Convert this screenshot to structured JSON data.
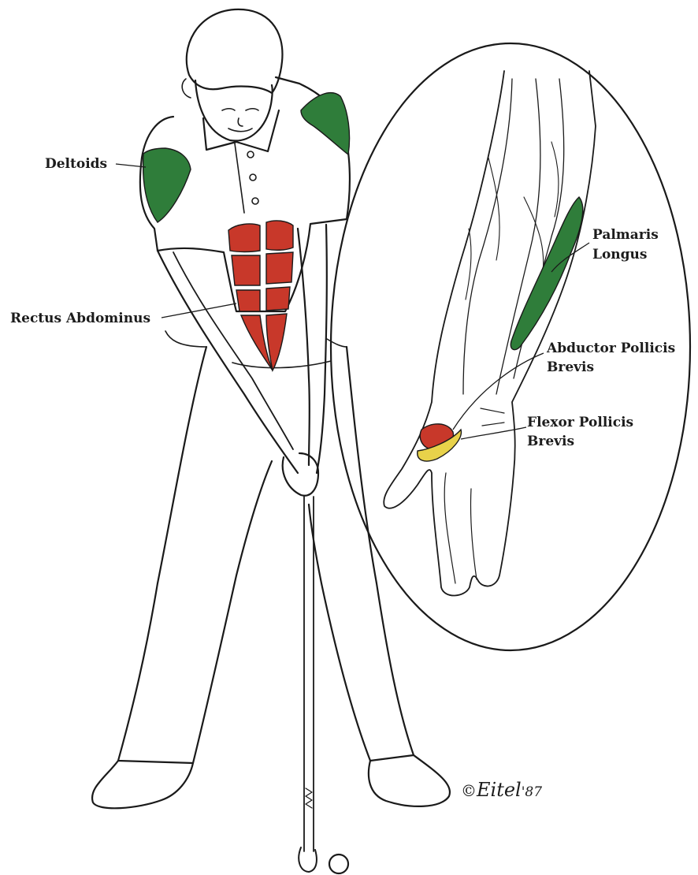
{
  "labels": {
    "deltoids": "Deltoids",
    "rectus_abdominus": "Rectus Abdominus",
    "palmaris_longus_1": "Palmaris",
    "palmaris_longus_2": "Longus",
    "abductor_1": "Abductor Pollicis",
    "abductor_2": "Brevis",
    "flexor_1": "Flexor Pollicis",
    "flexor_2": "Brevis"
  },
  "signature": {
    "copyright": "©",
    "name": "Eitel",
    "year": "'87"
  },
  "colors": {
    "muscle_green": "#2f7d3a",
    "muscle_red": "#c8382a",
    "muscle_yellow": "#e8d24a",
    "line": "#1a1a1a"
  }
}
